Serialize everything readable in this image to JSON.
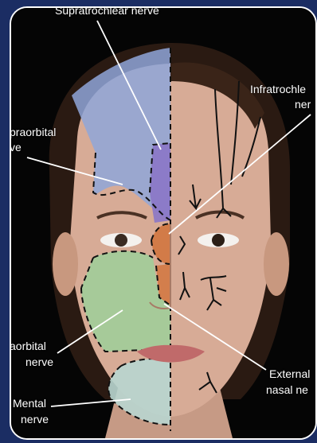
{
  "labels": {
    "supratrochlear": "Supratrochlear nerve",
    "infratrochlear_1": "Infratrochle",
    "infratrochlear_2": "ner",
    "supraorbital_1": "praorbital",
    "supraorbital_2": "ve",
    "infraorbital_1": "aorbital",
    "infraorbital_2": "nerve",
    "mental_1": "Mental",
    "mental_2": "nerve",
    "external_nasal_1": "External",
    "external_nasal_2": "nasal ne"
  },
  "colors": {
    "frame": "#1b2d63",
    "supraorbital_region": "#8fa6d9",
    "supratrochlear_region": "#8b77c6",
    "infratrochlear_region": "#d2763f",
    "infraorbital_region": "#9ecf9a",
    "mental_region": "#b8d6d0"
  }
}
